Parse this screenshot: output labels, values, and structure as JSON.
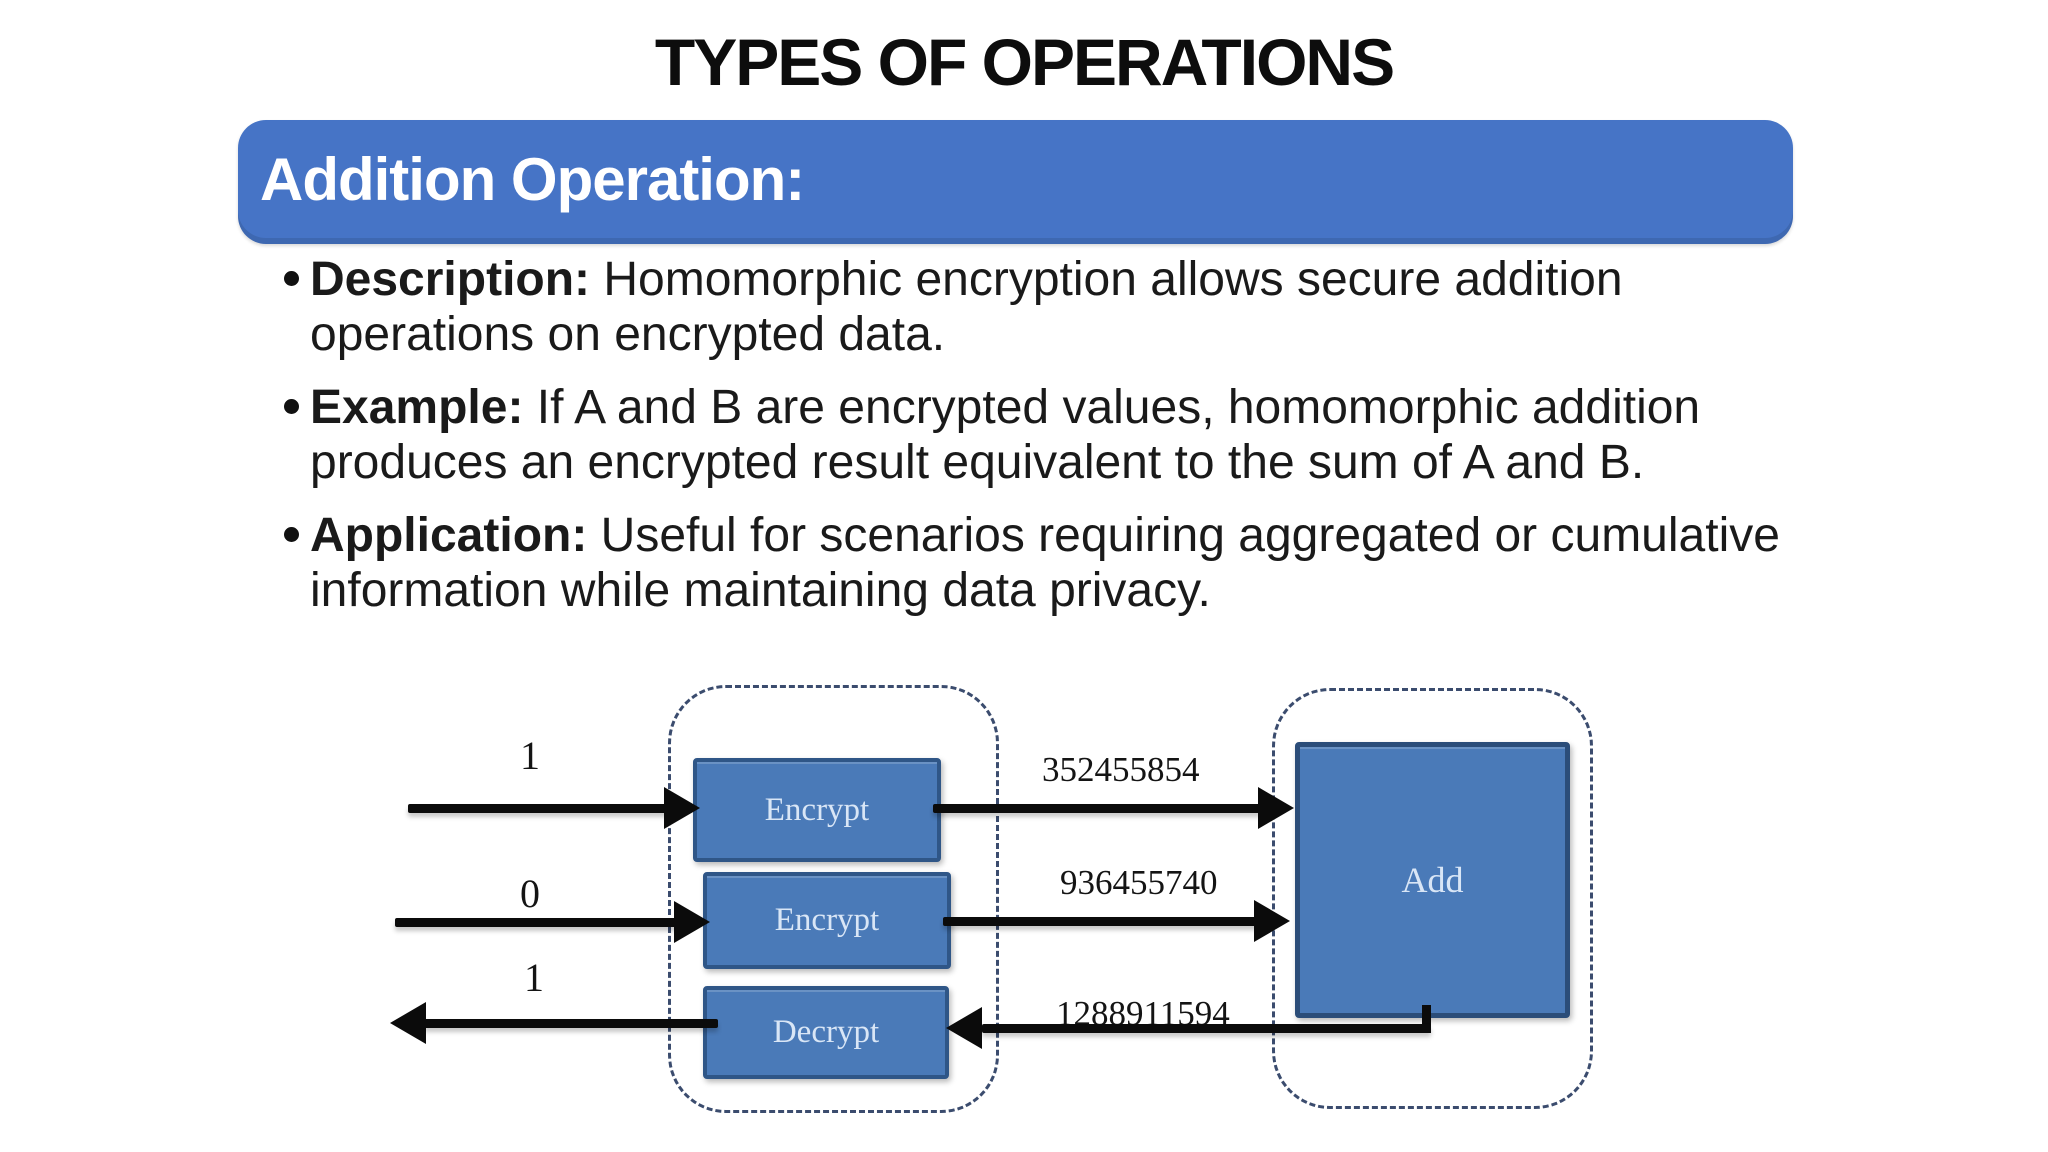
{
  "slide": {
    "title": "TYPES OF OPERATIONS",
    "section_header": "Addition Operation:",
    "bullets": [
      {
        "lead": "Description:",
        "text": " Homomorphic encryption allows secure addition operations on encrypted data."
      },
      {
        "lead": "Example:",
        "text": " If A and B are encrypted values, homomorphic addition produces an encrypted result equivalent to the sum of A and B."
      },
      {
        "lead": "Application:",
        "text": " Useful for scenarios requiring aggregated or cumulative information while maintaining data privacy."
      }
    ]
  },
  "diagram": {
    "plain_input_1": "1",
    "plain_input_2": "0",
    "plain_output": "1",
    "encrypt_box_1": "Encrypt",
    "encrypt_box_2": "Encrypt",
    "decrypt_box": "Decrypt",
    "add_box": "Add",
    "ciphertext_1": "352455854",
    "ciphertext_2": "936455740",
    "ciphertext_sum": "1288911594"
  },
  "colors": {
    "header_bar_blue": "#4674c6",
    "diagram_box_blue": "#4a7ab8",
    "diagram_box_border": "#2f5687",
    "dashed_boundary": "#3b4c6e",
    "arrow_black": "#0b0b0b",
    "title_black": "#0d0d0d",
    "box_text": "#d9e6f6",
    "background": "#ffffff"
  }
}
